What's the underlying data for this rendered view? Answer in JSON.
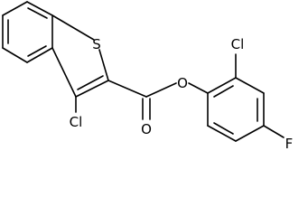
{
  "molecule": {
    "atoms": {
      "sulfur": "S",
      "oxygen_carbonyl": "O",
      "oxygen_ester": "O",
      "chlorine_thiophene": "Cl",
      "chlorine_phenyl": "Cl",
      "fluorine": "F"
    }
  },
  "colors": {
    "bond": "#000000",
    "text": "#000000",
    "background": "#ffffff"
  }
}
